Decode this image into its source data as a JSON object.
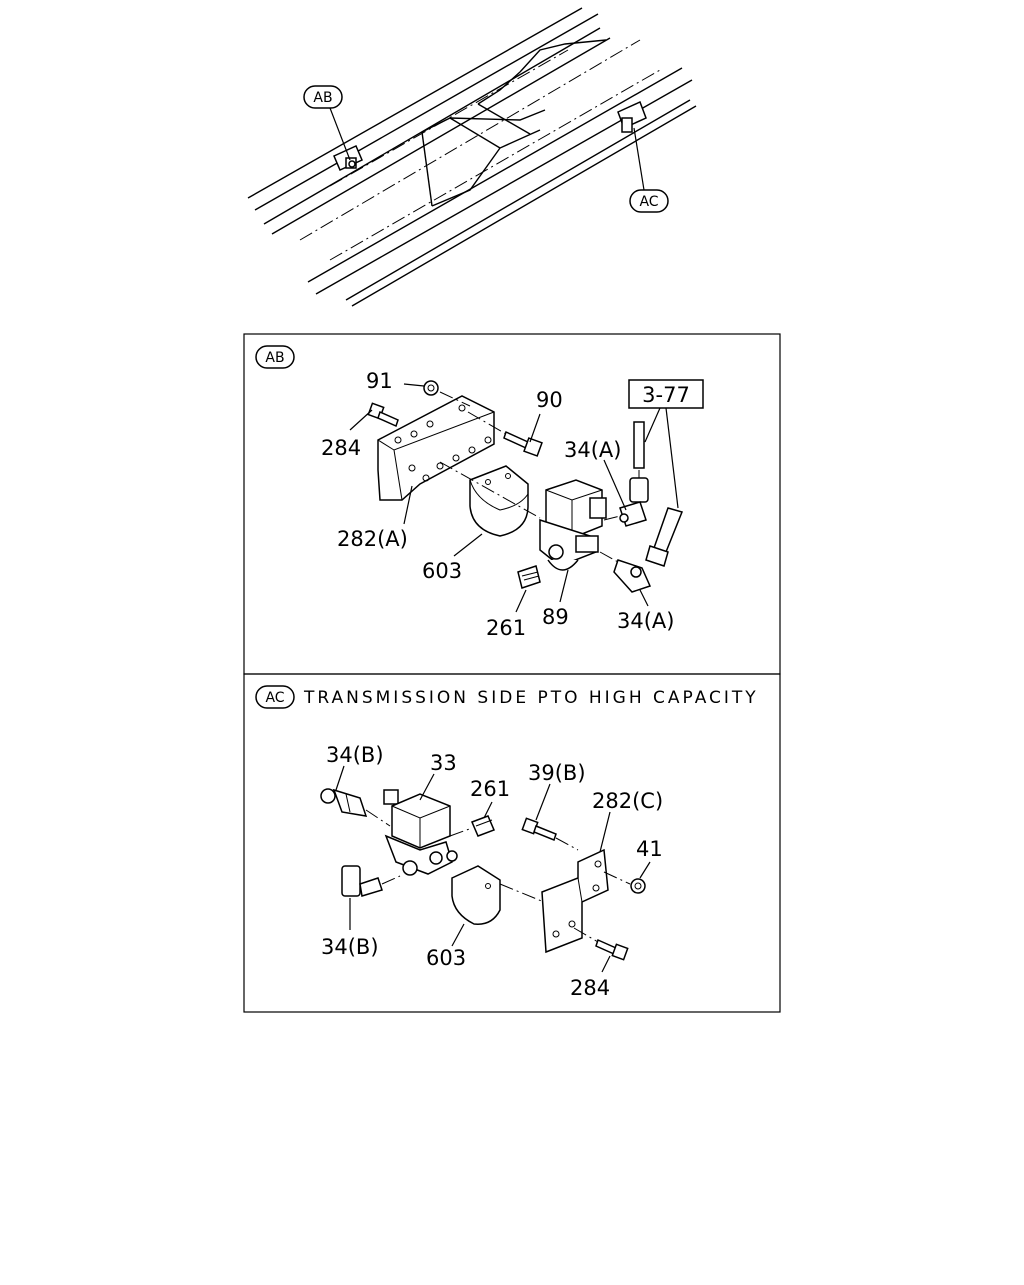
{
  "callouts": {
    "frame_ab": "AB",
    "frame_ac": "AC"
  },
  "detail_ab": {
    "tag": "AB",
    "ref_box": "3-77",
    "labels": {
      "p91": "91",
      "p90": "90",
      "p284": "284",
      "p34a_top": "34(A)",
      "p282a": "282(A)",
      "p603": "603",
      "p261": "261",
      "p89": "89",
      "p34a_bottom": "34(A)"
    }
  },
  "detail_ac": {
    "tag": "AC",
    "title": "TRANSMISSION SIDE PTO HIGH CAPACITY",
    "labels": {
      "p34b_top": "34(B)",
      "p33": "33",
      "p261": "261",
      "p39b": "39(B)",
      "p282c": "282(C)",
      "p41": "41",
      "p34b_bottom": "34(B)",
      "p603": "603",
      "p284": "284"
    }
  }
}
